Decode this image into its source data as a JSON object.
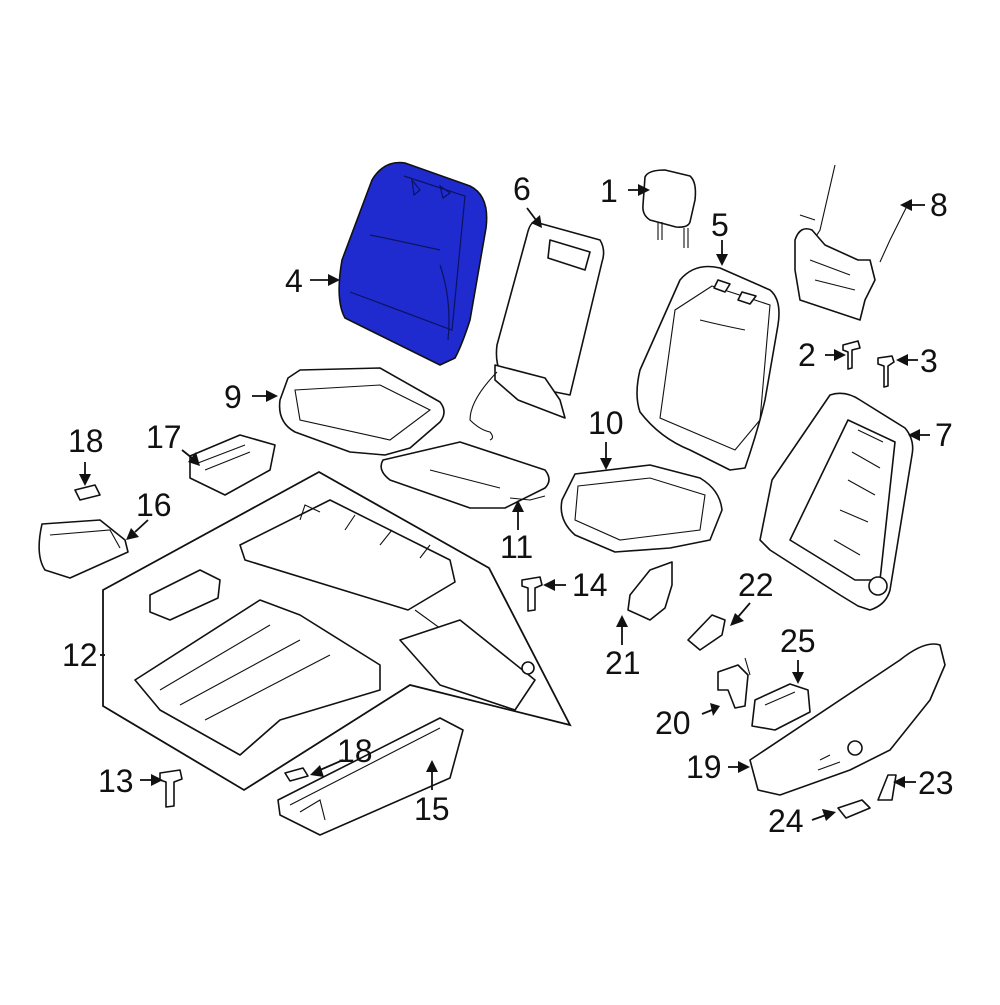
{
  "diagram": {
    "highlight_color": "#1f2bcf",
    "line_color": "#111111",
    "background": "#ffffff",
    "callouts": {
      "c1": "1",
      "c2": "2",
      "c3": "3",
      "c4": "4",
      "c5": "5",
      "c6": "6",
      "c7": "7",
      "c8": "8",
      "c9": "9",
      "c10": "10",
      "c11": "11",
      "c12": "12",
      "c13": "13",
      "c14": "14",
      "c15": "15",
      "c16": "16",
      "c17": "17",
      "c18a": "18",
      "c18b": "18",
      "c19": "19",
      "c20": "20",
      "c21": "21",
      "c22": "22",
      "c23": "23",
      "c24": "24",
      "c25": "25"
    }
  }
}
